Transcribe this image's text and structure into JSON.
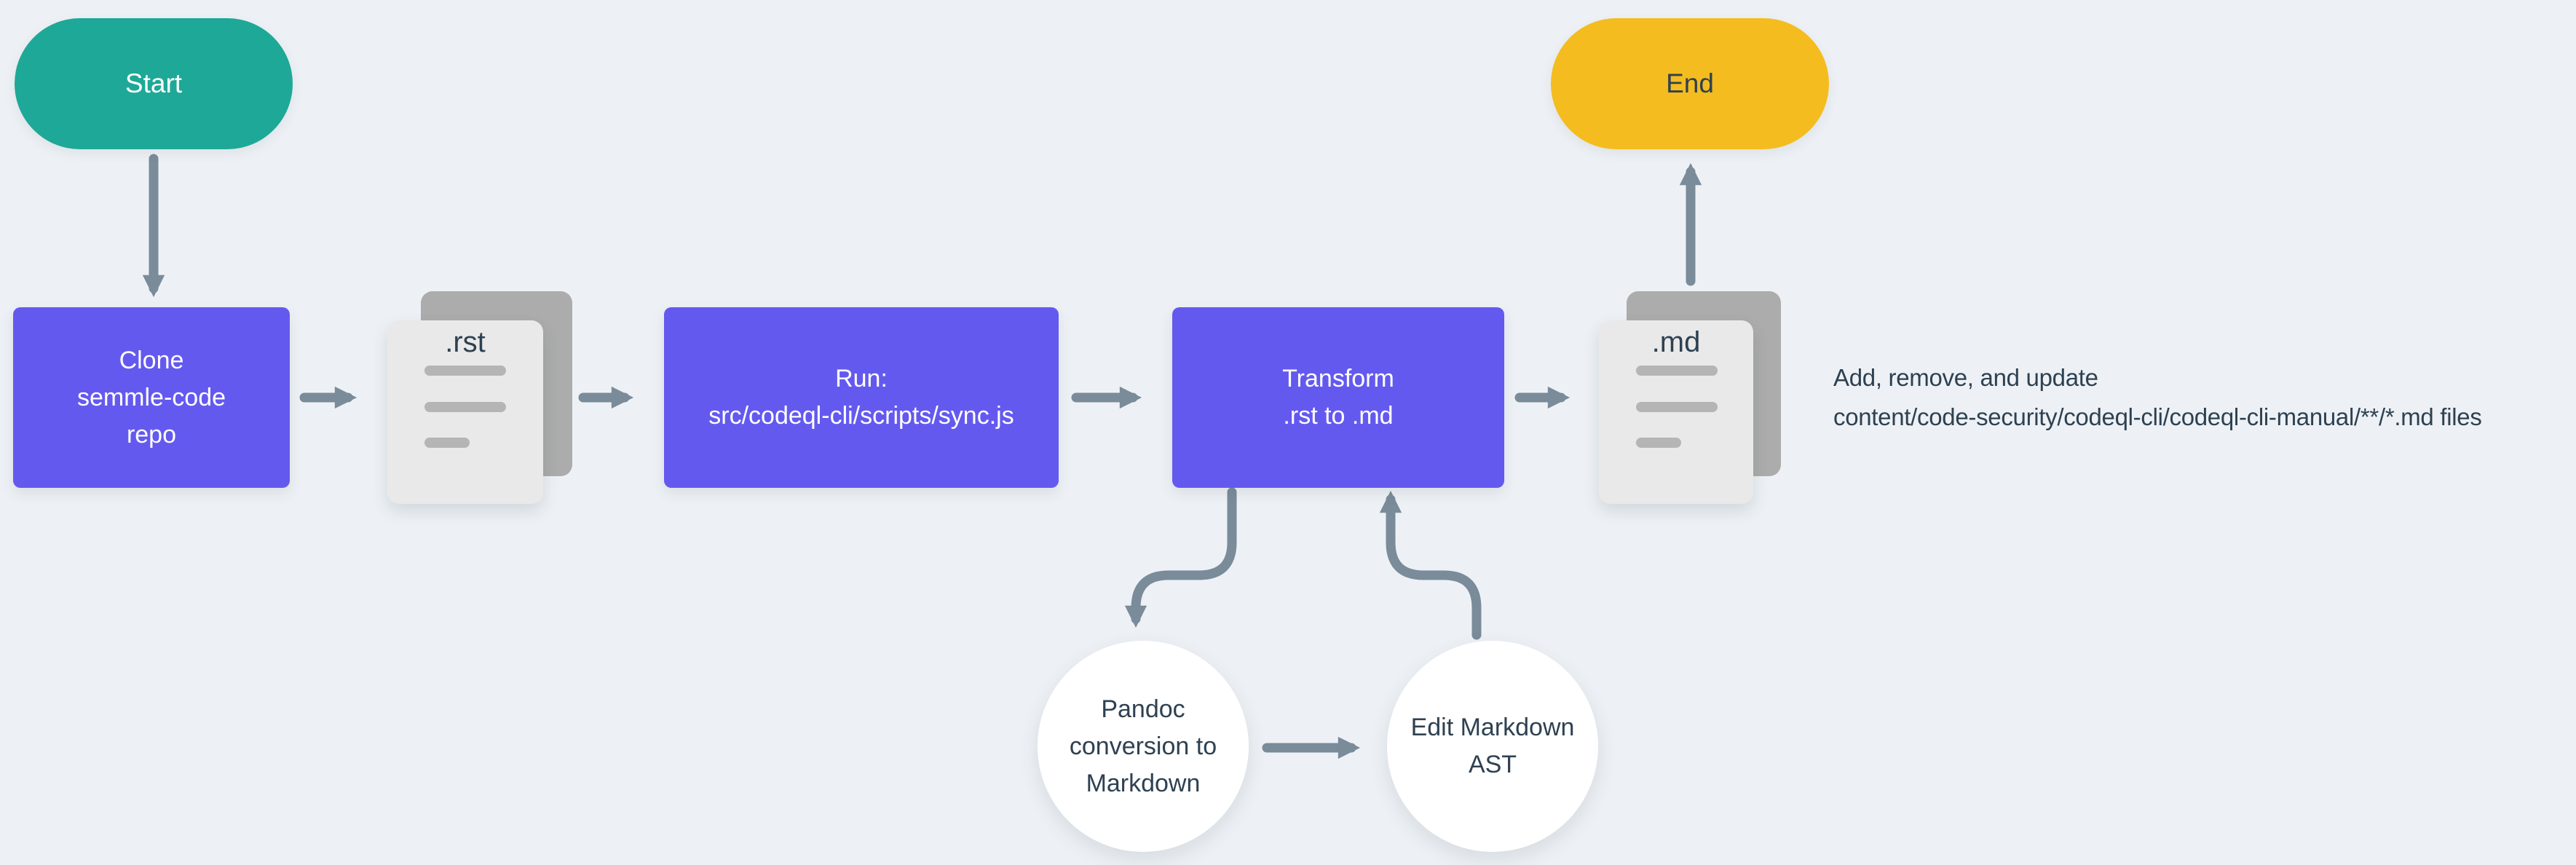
{
  "theme": {
    "bg": "#EDF1F5",
    "accent-purple": "#6459EF",
    "accent-teal": "#1EA897",
    "accent-yellow": "#F4BC1E",
    "arrow-gray": "#7A8B9A",
    "ink": "#2E4151",
    "paper-front": "#E9E9E9",
    "paper-back": "#ACACAC",
    "paper-line": "#B5B5B5"
  },
  "nodes": {
    "start": {
      "label": "Start",
      "type": "terminal"
    },
    "clone": {
      "label": "Clone\nsemmle-code\nrepo",
      "type": "process"
    },
    "rst_doc": {
      "label": ".rst",
      "type": "document"
    },
    "run": {
      "label": "Run:\nsrc/codeql-cli/scripts/sync.js",
      "type": "process"
    },
    "transform": {
      "label": "Transform\n.rst to .md",
      "type": "process"
    },
    "md_doc": {
      "label": ".md",
      "type": "document"
    },
    "end": {
      "label": "End",
      "type": "terminal"
    },
    "pandoc": {
      "label": "Pandoc\nconversion to\nMarkdown",
      "type": "subprocess"
    },
    "edit_ast": {
      "label": "Edit Markdown\nAST",
      "type": "subprocess"
    }
  },
  "annotation": {
    "label": "Add, remove, and update\ncontent/code-security/codeql-cli/codeql-cli-manual/**/*.md files"
  },
  "edges": [
    {
      "from": "start",
      "to": "clone"
    },
    {
      "from": "clone",
      "to": "rst_doc"
    },
    {
      "from": "rst_doc",
      "to": "run"
    },
    {
      "from": "run",
      "to": "transform"
    },
    {
      "from": "transform",
      "to": "md_doc"
    },
    {
      "from": "md_doc",
      "to": "end"
    },
    {
      "from": "transform",
      "to": "pandoc"
    },
    {
      "from": "pandoc",
      "to": "edit_ast"
    },
    {
      "from": "edit_ast",
      "to": "transform"
    }
  ]
}
